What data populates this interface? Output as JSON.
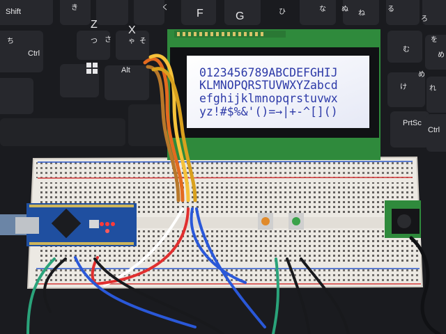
{
  "keyboard": {
    "keys": [
      {
        "name": "shift-key",
        "label": "Shift"
      },
      {
        "name": "ctrl-key",
        "label": "Ctrl"
      },
      {
        "name": "alt-key",
        "label": "Alt"
      },
      {
        "name": "prtsc-key",
        "label": "PrtSc"
      },
      {
        "name": "ctrl-key-right",
        "label": "Ctrl"
      },
      {
        "name": "f-key",
        "label": "F"
      },
      {
        "name": "g-key",
        "label": "G"
      },
      {
        "name": "z-key",
        "label": "Z"
      },
      {
        "name": "x-key",
        "label": "X"
      }
    ],
    "kana": [
      "つ",
      "さ",
      "ゃ",
      "そ",
      "き",
      "く",
      "な",
      "ね",
      "る",
      "ろ",
      "ひ",
      "を",
      "む",
      "け",
      "め",
      "ち",
      "れ",
      "め",
      "ぬ"
    ]
  },
  "lcd": {
    "lines": [
      "0123456789ABCDEFGHIJ",
      "KLMNOPQRSTUVWXYZabcd",
      "efghijklmnopqrstuvwx",
      "yz!#$%&'()=→|+-^[]()"
    ]
  },
  "colors": {
    "lcd_background": "#f2f4fb",
    "lcd_text": "#2d3aa8",
    "pcb": "#2f8a3c",
    "arduino": "#1f4fa0",
    "breadboard": "#ece9e3",
    "keyboard": "#16171b"
  }
}
